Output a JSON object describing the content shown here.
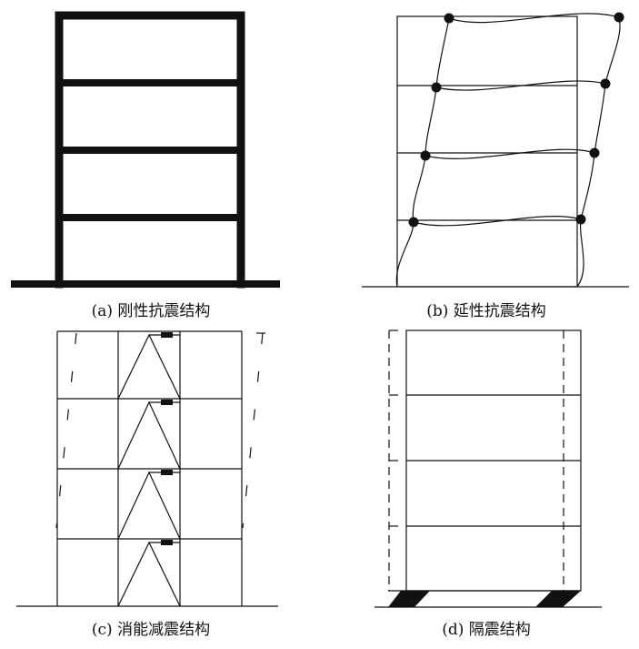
{
  "colors": {
    "ink": "#111111",
    "background": "#ffffff"
  },
  "panels": [
    {
      "id": "a",
      "caption": "(a) 刚性抗震结构"
    },
    {
      "id": "b",
      "caption": "(b) 延性抗震结构"
    },
    {
      "id": "c",
      "caption": "(c) 消能减震结构"
    },
    {
      "id": "d",
      "caption": "(d) 隔震结构"
    }
  ]
}
